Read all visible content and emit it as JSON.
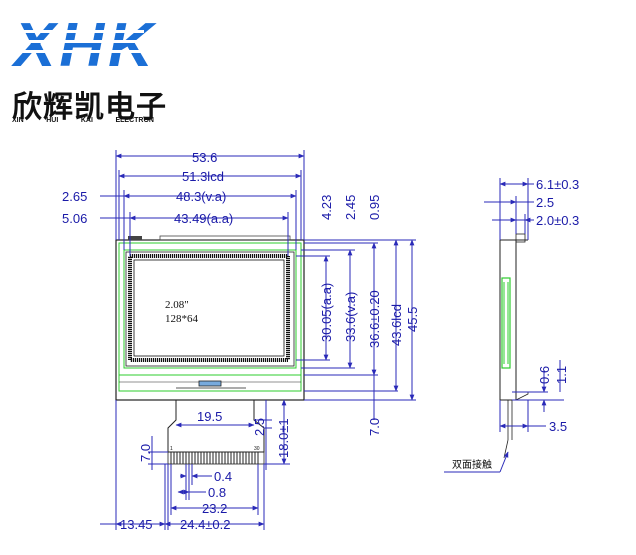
{
  "logo": {
    "mark": "XHK",
    "cn": "欣辉凯电子",
    "en": [
      "XIN",
      "HUI",
      "KAI",
      "ELECTRON"
    ],
    "color": "#1b6fd6"
  },
  "display": {
    "size_label": "2.08\"",
    "resolution_label": "128*64"
  },
  "dimensions": {
    "top_width": "53.6",
    "lcd_width": "51.3lcd",
    "va_width": "48.3(v.a)",
    "aa_width": "43.49(a.a)",
    "left_va_offset": "2.65",
    "left_aa_offset": "5.06",
    "aa_height": "30.05(a.a)",
    "va_height": "33.6(v.a)",
    "lcd_height_tol": "36.6±0.20",
    "lcd_height": "43.6lcd",
    "total_height": "45.5",
    "top_aa_offset": "4.23",
    "top_va_offset": "2.45",
    "top_lcd_offset": "0.95",
    "bottom_offset": "7.0",
    "fpc_width": "19.5",
    "fpc_step": "2.5",
    "fpc_length": "18.0±1",
    "fpc_tail": "7.0",
    "pin_width": "0.4",
    "pin_pitch": "0.8",
    "pin_span": "23.2",
    "fpc_left_offset": "13.45",
    "fpc_total_width": "24.4±0.2",
    "pin_first": "1",
    "pin_last": "30"
  },
  "side_view": {
    "thickness": "6.1±0.3",
    "dim_2_5": "2.5",
    "dim_2_0": "2.0±0.3",
    "dim_0_6": "0.6",
    "dim_1_1": "1.1",
    "dim_3_5": "3.5",
    "tape_note": "双面接触"
  }
}
